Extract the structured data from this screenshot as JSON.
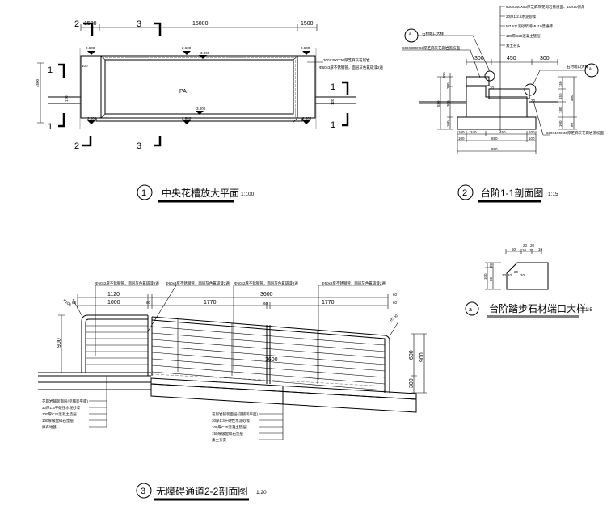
{
  "plan": {
    "title_number": "1",
    "title": "中央花槽放大平面",
    "scale": "1:100",
    "dims": [
      "1500",
      "15000",
      "1500",
      "100"
    ],
    "elevations": [
      "2.600",
      "2.600",
      "2.600",
      "3.000",
      "3.000",
      "2.900",
      "2.900",
      "2.900"
    ],
    "center_label": "PA",
    "section_marks": [
      "2",
      "2",
      "3",
      "3",
      "1",
      "1",
      "1",
      "1"
    ],
    "step_dims": [
      "120",
      "120"
    ],
    "notes": [
      "300X300X30厚芝麻灰花岗岩",
      "Φ60x3厚不锈钢管，面层灰色氟碳漆2遍"
    ]
  },
  "step_section": {
    "title_number": "2",
    "title": "台阶1-1剖面图",
    "scale": "1:15",
    "layers": [
      "600X350X50厚芝麻灰花岗岩荔枝面、10X10倒角",
      "20厚1:2.5水泥砂浆",
      "M7.5水泥砂浆砌MU10普通砖",
      "100厚C20混凝土垫层",
      "素土夯实"
    ],
    "callout_label": "石材端口大样",
    "callout_mark": "a",
    "stone_top_note": "600X300X50厚芝麻灰花岗岩荔枝面",
    "stone_bottom_note": "600X100X30厚芝麻灰花岗岩荔枝面",
    "top_dims": [
      "300",
      "450",
      "300"
    ],
    "bottom_dims": [
      "100",
      "240",
      "450",
      "100",
      "100",
      "690",
      "100",
      "890"
    ],
    "left_dims": [
      "100",
      "200",
      "300",
      "100",
      "580"
    ],
    "right_dims": [
      "150",
      "150",
      "180",
      "100",
      "80",
      "490"
    ],
    "small_dims": [
      "20",
      "20"
    ]
  },
  "detail_a": {
    "title_mark": "a",
    "title": "台阶踏步石材端口大样",
    "scale": "1:5",
    "dims": [
      "50",
      "20",
      "20",
      "10",
      "10",
      "10",
      "100",
      "80",
      "20",
      "20",
      "10",
      "20",
      "20"
    ]
  },
  "ramp_section": {
    "title_number": "3",
    "title": "无障碍通道2-2剖面图",
    "scale": "1:20",
    "rail_notes": [
      "Φ50x2厚不锈钢管，面层灰色氟碳漆2遍",
      "Φ60x3厚不锈钢管，面层灰色氟碳漆2遍",
      "Φ50x2厚不锈钢管，面层灰色氟碳漆2遍",
      "Φ50x2厚不锈钢管，面层灰色氟碳漆2遍"
    ],
    "top_dims": [
      "1120",
      "3600",
      "60",
      "1000",
      "60",
      "1770",
      "60",
      "1770",
      "60",
      "60"
    ],
    "radius_labels": [
      "R100",
      "R100"
    ],
    "left_heights": [
      "900"
    ],
    "right_heights": [
      "600",
      "900",
      "300"
    ],
    "center_dim": "3600",
    "left_layers": [
      "花岗岩铺装面层(见铺装平面)",
      "30厚1:3干硬性水泥砂浆",
      "100厚C20混凝土垫层",
      "100厚级配碎石垫层",
      "原有地基"
    ],
    "mid_layers": [
      "花岗岩铺装面层(见铺装平面)",
      "30厚1:3干硬性水泥砂浆",
      "100厚C20混凝土垫层",
      "150厚级配碎石垫层",
      "素土夯实"
    ]
  }
}
